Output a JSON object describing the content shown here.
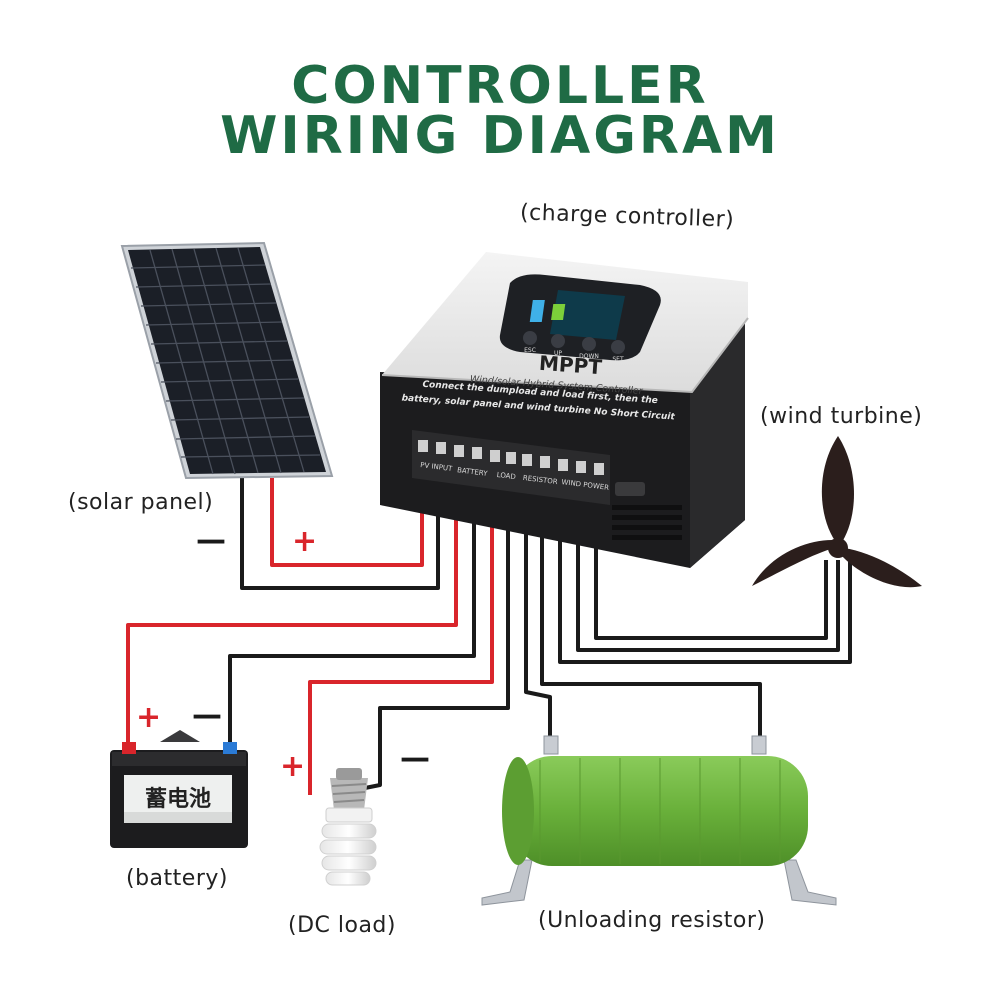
{
  "title": {
    "line1": "CONTROLLER",
    "line2": "WIRING DIAGRAM"
  },
  "labels": {
    "controller": "(charge controller)",
    "solar": "(solar panel)",
    "wind": "(wind turbine)",
    "battery": "(battery)",
    "load": "(DC load)",
    "resistor": "(Unloading resistor)"
  },
  "controller": {
    "brand": "MPPT",
    "subtitle": "Wind/solar Hybrid System Controller",
    "warning_line1": "Connect the dumpload and load first, then the",
    "warning_line2": "battery, solar panel and wind turbine No Short Circuit",
    "buttons": [
      "ESC",
      "UP",
      "DOWN",
      "SET"
    ],
    "terminals": [
      "PV INPUT",
      "BATTERY",
      "LOAD",
      "RESISTOR",
      "WIND POWER"
    ]
  },
  "battery": {
    "text": "蓄电池"
  },
  "signs": {
    "plus": "+",
    "minus": "—"
  },
  "colors": {
    "title": "#1f6b45",
    "wire_pos": "#d9252b",
    "wire_neg": "#1a1a1a",
    "resistor": "#6fb43f"
  }
}
